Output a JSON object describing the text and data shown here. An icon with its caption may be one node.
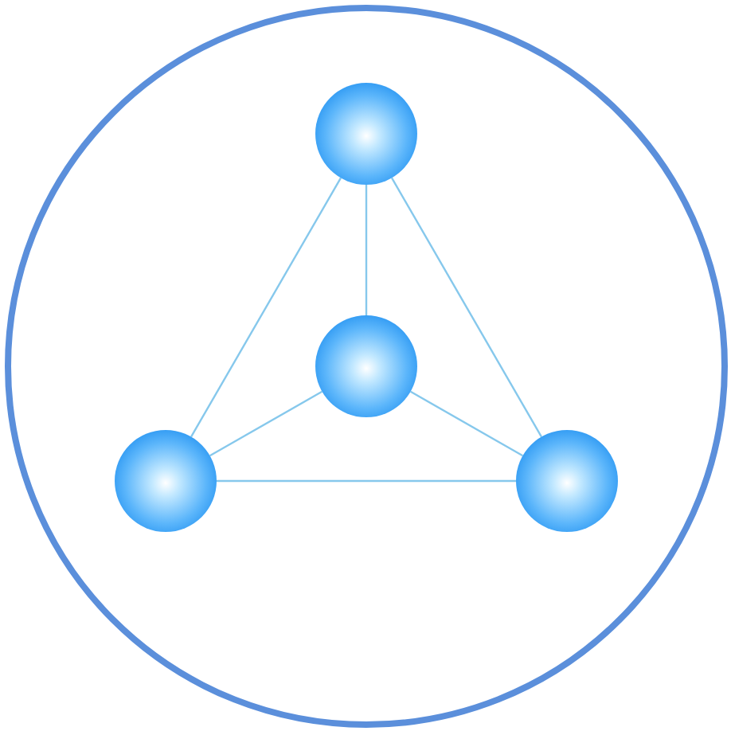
{
  "diagram": {
    "nodes": [
      {
        "text": [],
        "shape": "circle"
      },
      {
        "text": [],
        "shape": "circle",
        "in": 0
      },
      {
        "text": [],
        "shape": "circle",
        "in": 0
      },
      {
        "text": [],
        "shape": "circle",
        "in": 0
      },
      {
        "text": [],
        "shape": "circle",
        "in": 0
      }
    ],
    "edges": [
      {
        "from": 1,
        "to": 2,
        "arrow": "none"
      },
      {
        "from": 1,
        "to": 3,
        "arrow": "none"
      },
      {
        "from": 1,
        "to": 4,
        "arrow": "none"
      },
      {
        "from": 2,
        "to": 3,
        "arrow": "none"
      },
      {
        "from": 2,
        "to": 4,
        "arrow": "none"
      },
      {
        "from": 3,
        "to": 4,
        "arrow": "none"
      }
    ]
  }
}
